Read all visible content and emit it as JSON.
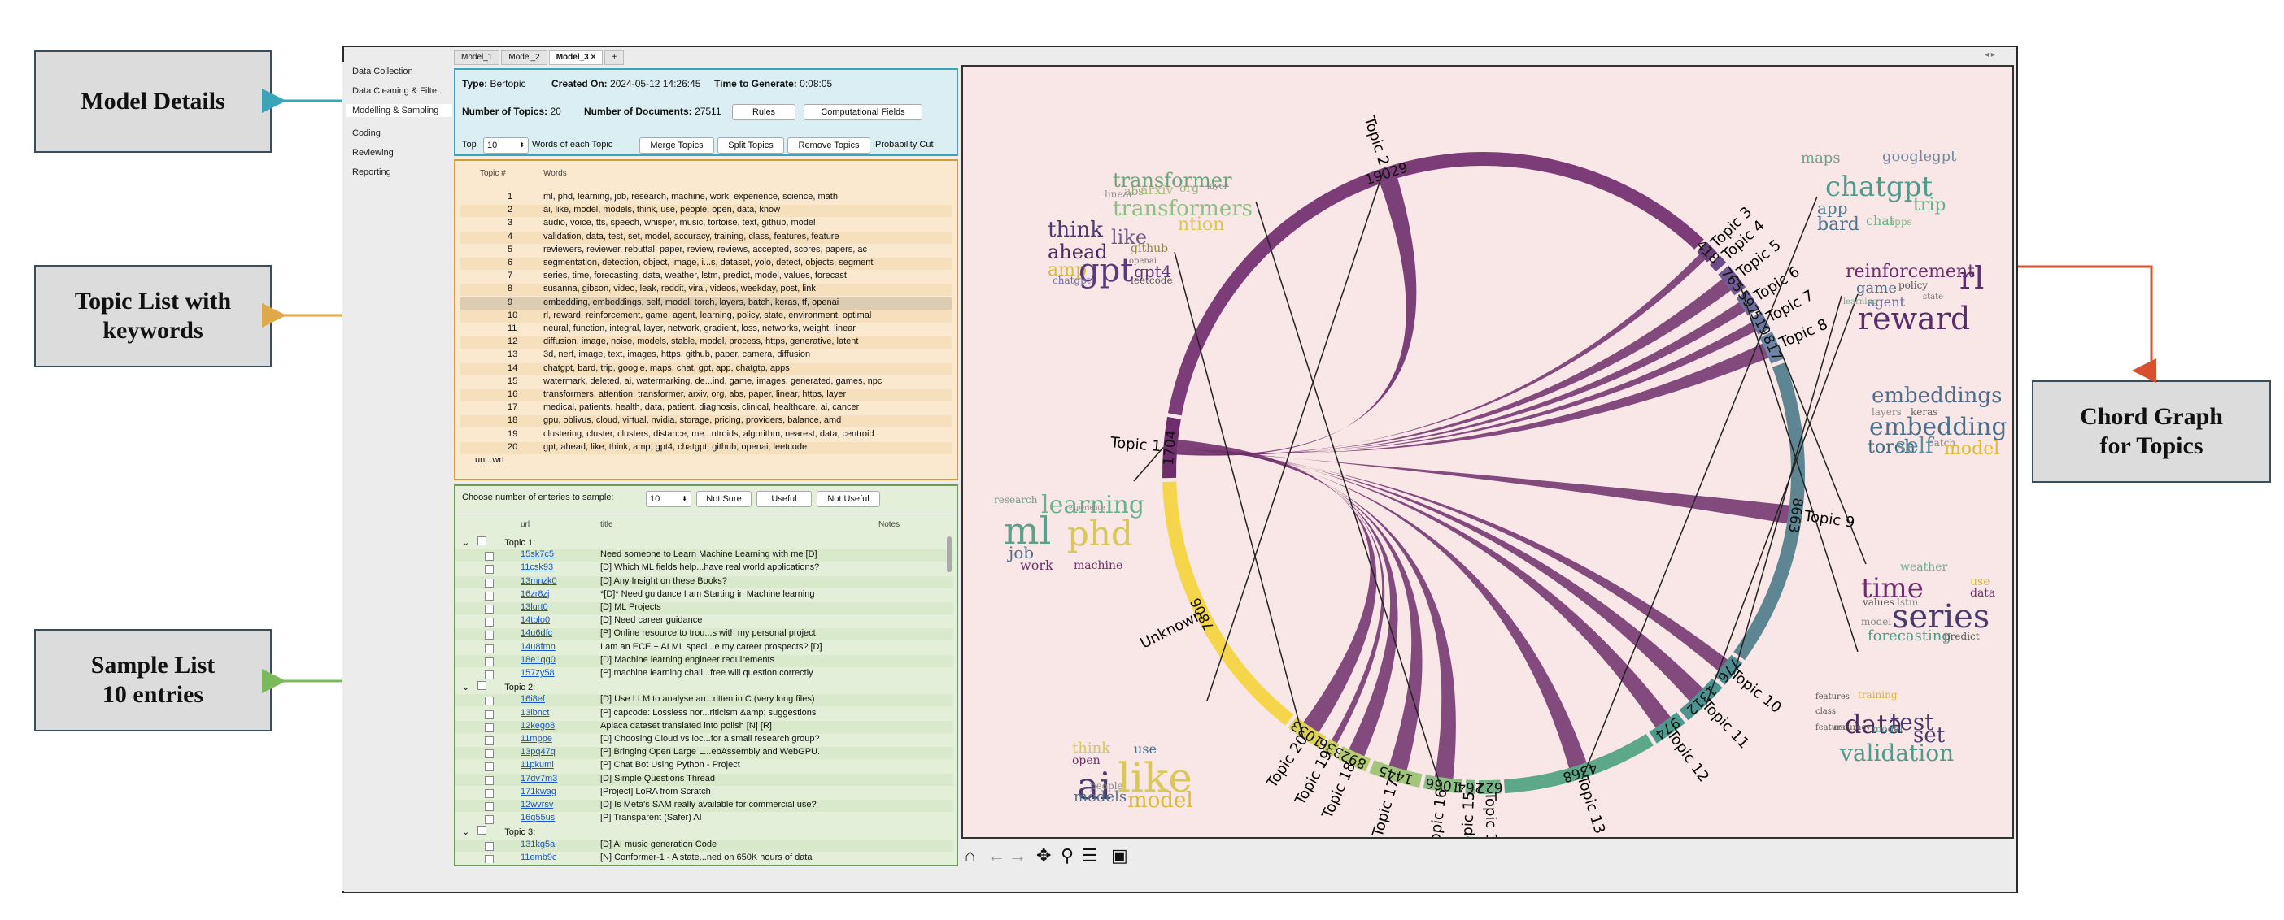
{
  "callouts": {
    "model_details": "Model Details",
    "topic_list_line1": "Topic List with",
    "topic_list_line2": "keywords",
    "sample_list_line1": "Sample List",
    "sample_list_line2": "10 entries",
    "chord_line1": "Chord Graph",
    "chord_line2": "for Topics"
  },
  "colors": {
    "model_details": "#3aa4b8",
    "topic_list": "#e1a84a",
    "sample_list": "#7cb85c",
    "chord": "#d9502e"
  },
  "sidebar": {
    "items": [
      "Data Collection",
      "Data Cleaning & Filte..",
      "Modelling & Sampling",
      "Coding",
      "Reviewing",
      "Reporting"
    ],
    "active_index": 2
  },
  "tabs": [
    "Model_1",
    "Model_2",
    "Model_3",
    "+"
  ],
  "tab_close": "×",
  "details": {
    "type_label": "Type:",
    "type_value": "Bertopic",
    "created_label": "Created On:",
    "created_value": "2024-05-12 14:26:45",
    "time_label": "Time to Generate:",
    "time_value": "0:08:05",
    "num_topics_label": "Number of Topics:",
    "num_topics_value": "20",
    "num_docs_label": "Number of Documents:",
    "num_docs_value": "27511",
    "rules_button": "Rules",
    "computational_fields_button": "Computational Fields",
    "top_label": "Top",
    "top_value": "10",
    "words_label": "Words of each Topic",
    "merge_button": "Merge Topics",
    "split_button": "Split Topics",
    "remove_button": "Remove Topics",
    "probability_label": "Probability Cut"
  },
  "topic_table": {
    "headers": [
      "Topic #",
      "Words"
    ],
    "rows": [
      [
        "1",
        "ml, phd, learning, job, research, machine, work, experience, science, math"
      ],
      [
        "2",
        "ai, like, model, models, think, use, people, open, data, know"
      ],
      [
        "3",
        "audio, voice, tts, speech, whisper, music, tortoise, text, github, model"
      ],
      [
        "4",
        "validation, data, test, set, model, accuracy, training, class, features, feature"
      ],
      [
        "5",
        "reviewers, reviewer, rebuttal, paper, review, reviews, accepted, scores, papers, ac"
      ],
      [
        "6",
        "segmentation, detection, object, image, i...s, dataset, yolo, detect, objects, segment"
      ],
      [
        "7",
        "series, time, forecasting, data, weather, lstm, predict, model, values, forecast"
      ],
      [
        "8",
        "susanna, gibson, video, leak, reddit, viral, videos, weekday, post, link"
      ],
      [
        "9",
        "embedding, embeddings, self, model, torch, layers, batch, keras, tf, openai"
      ],
      [
        "10",
        "rl, reward, reinforcement, game, agent, learning, policy, state, environment, optimal"
      ],
      [
        "11",
        "neural, function, integral, layer, network, gradient, loss, networks, weight, linear"
      ],
      [
        "12",
        "diffusion, image, noise, models, stable, model, process, https, generative, latent"
      ],
      [
        "13",
        "3d, nerf, image, text, images, https, github, paper, camera, diffusion"
      ],
      [
        "14",
        "chatgpt, bard, trip, google, maps, chat, gpt, app, chatgtp, apps"
      ],
      [
        "15",
        "watermark, deleted, ai, watermarking, de...ind, game, images, generated, games, npc"
      ],
      [
        "16",
        "transformers, attention, transformer, arxiv, org, abs, paper, linear, https, layer"
      ],
      [
        "17",
        "medical, patients, health, data, patient, diagnosis, clinical, healthcare, ai, cancer"
      ],
      [
        "18",
        "gpu, oblivus, cloud, virtual, nvidia, storage, pricing, providers, balance, amd"
      ],
      [
        "19",
        "clustering, cluster, clusters, distance, me...ntroids, algorithm, nearest, data, centroid"
      ],
      [
        "20",
        "gpt, ahead, like, think, amp, gpt4, chatgpt, github, openai, leetcode"
      ],
      [
        "un...wn",
        ""
      ]
    ],
    "selected_row": 8
  },
  "sampling": {
    "choose_label": "Choose number of enteries to sample:",
    "choose_value": "10",
    "not_sure": "Not Sure",
    "useful": "Useful",
    "not_useful": "Not Useful",
    "headers": [
      "url",
      "title",
      "Notes"
    ],
    "groups": [
      {
        "name": "Topic 1:",
        "entries": [
          [
            "15sk7c5",
            "Need someone to Learn Machine Learning with me [D]"
          ],
          [
            "11csk93",
            "[D] Which ML fields help...have real world applications?"
          ],
          [
            "13mnzk0",
            "[D] Any Insight on these Books?"
          ],
          [
            "16zr8zj",
            "*[D]* Need guidance I am Starting in Machine learning"
          ],
          [
            "13lurt0",
            "[D] ML Projects"
          ],
          [
            "14tblo0",
            "[D] Need career guidance"
          ],
          [
            "14u6dfc",
            "[P] Online resource to trou...s with my personal project"
          ],
          [
            "14u8fmn",
            "I am an ECE + AI ML speci...e my career prospects? [D]"
          ],
          [
            "18e1qg0",
            "[D] Machine learning engineer requirements"
          ],
          [
            "157zy58",
            "[P] machine learning chall...free will question correctly"
          ]
        ]
      },
      {
        "name": "Topic 2:",
        "entries": [
          [
            "16i8ef",
            "[D] Use LLM to analyse an...ritten in C (very long files)"
          ],
          [
            "13ibnct",
            "[P] capcode: Lossless nor...riticism &amp; suggestions"
          ],
          [
            "12kego8",
            "Aplaca dataset translated into polish [N] [R]"
          ],
          [
            "11mppe",
            "[D] Choosing Cloud vs loc...for a small research group?"
          ],
          [
            "13pq47q",
            "[P] Bringing Open Large L...ebAssembly and WebGPU."
          ],
          [
            "11pkuml",
            "[P] Chat Bot Using Python - Project"
          ],
          [
            "17dv7m3",
            "[D] Simple Questions Thread"
          ],
          [
            "171kwag",
            "[Project] LoRA from Scratch"
          ],
          [
            "12wvrsv",
            "[D] Is Meta's SAM really available for commercial use?"
          ],
          [
            "16q55us",
            "[P] Transparent (Safer) AI"
          ]
        ]
      },
      {
        "name": "Topic 3:",
        "entries": [
          [
            "131kg5a",
            "[D] AI music generation Code"
          ],
          [
            "11emb9c",
            "[N] Conformer-1 - A state...ned on 650K hours of data"
          ]
        ]
      }
    ]
  },
  "chart_data": {
    "type": "chord",
    "segments": [
      {
        "label": "Topic 1",
        "value": 1704,
        "color": "#6e2e6b"
      },
      {
        "label": "Topic 2",
        "value": 19029,
        "color": "#7b3c77"
      },
      {
        "label": "Topic 3",
        "value": 418,
        "color": "#6b3f78"
      },
      {
        "label": "Topic 4",
        "value": 0,
        "color": "#6c4d8a"
      },
      {
        "label": "Topic 5",
        "value": 765,
        "color": "#6f5a92"
      },
      {
        "label": "Topic 6",
        "value": 597,
        "color": "#6b6d99"
      },
      {
        "label": "Topic 7",
        "value": 519,
        "color": "#6a789f"
      },
      {
        "label": "Topic 8",
        "value": 817,
        "color": "#6c84a6"
      },
      {
        "label": "Topic 9",
        "value": 8663,
        "color": "#5e8692"
      },
      {
        "label": "Topic 10",
        "value": 776,
        "color": "#4f8c92"
      },
      {
        "label": "Topic 11",
        "value": 1312,
        "color": "#4d9491"
      },
      {
        "label": "Topic 12",
        "value": 974,
        "color": "#4e9b8d"
      },
      {
        "label": "Topic 13",
        "value": 4368,
        "color": "#5da88a"
      },
      {
        "label": "Topic 14",
        "value": 622,
        "color": "#73b488"
      },
      {
        "label": "Topic 15",
        "value": 264,
        "color": "#7fba85"
      },
      {
        "label": "Topic 16",
        "value": 1066,
        "color": "#8cbf82"
      },
      {
        "label": "Topic 17",
        "value": 1445,
        "color": "#a1c57b"
      },
      {
        "label": "Topic 18",
        "value": 892,
        "color": "#b5cb72"
      },
      {
        "label": "Topic 19",
        "value": 336,
        "color": "#c9cf67"
      },
      {
        "label": "Topic 20",
        "value": 1033,
        "color": "#dcd257"
      },
      {
        "label": "Unknown",
        "value": 7806,
        "color": "#f5d54a"
      }
    ],
    "chords_from": "Topic 1",
    "chords_to": [
      "Topic 2",
      "Topic 3",
      "Topic 5",
      "Topic 6",
      "Topic 7",
      "Topic 8",
      "Topic 9",
      "Topic 10",
      "Topic 11",
      "Topic 12",
      "Topic 13",
      "Topic 16",
      "Topic 17",
      "Topic 18",
      "Topic 19",
      "Topic 20"
    ],
    "chord_color": "#6e2e6b"
  },
  "wordclouds": {
    "topic13": [
      "maps",
      "googlegpt",
      "chatgpt",
      "trip",
      "app",
      "bard",
      "chat",
      "apps"
    ],
    "topic16": [
      "transformer",
      "linear",
      "abs",
      "arxiv",
      "org",
      "layer",
      "transformers",
      "ntion"
    ],
    "topic20": [
      "think",
      "like",
      "ahead",
      "amp",
      "gpt",
      "github",
      "openai",
      "gpt4",
      "chatgpt",
      "leetcode"
    ],
    "topic10": [
      "reinforcement",
      "rl",
      "game",
      "policy",
      "agent",
      "learning",
      "state",
      "reward"
    ],
    "topic9": [
      "embeddings",
      "layers",
      "keras",
      "embedding",
      "torch",
      "self",
      "batch",
      "model"
    ],
    "topic1": [
      "research",
      "learning",
      "experience",
      "ml",
      "phd",
      "job",
      "work",
      "machine"
    ],
    "topic7": [
      "weather",
      "time",
      "use",
      "data",
      "values",
      "lstm",
      "series",
      "model",
      "forecasting",
      "predict"
    ],
    "topic4": [
      "features",
      "training",
      "class",
      "data",
      "test",
      "accuracy",
      "model",
      "feature",
      "set",
      "validation"
    ],
    "topic2": [
      "think",
      "use",
      "open",
      "ai",
      "like",
      "people",
      "models",
      "model"
    ]
  },
  "toolbar": [
    "home-icon",
    "back-icon",
    "forward-icon",
    "pan-icon",
    "zoom-icon",
    "configure-icon",
    "save-icon"
  ]
}
